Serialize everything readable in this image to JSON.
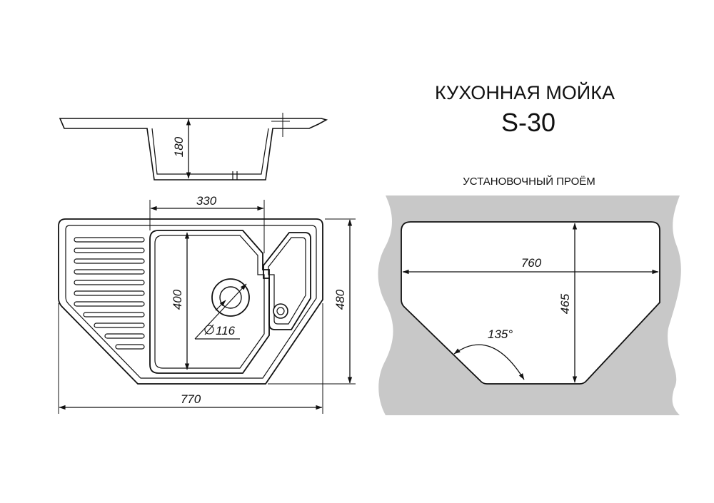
{
  "title": {
    "line1": "КУХОННАЯ МОЙКА",
    "line2": "S-30"
  },
  "cutout_label": "УСТАНОВОЧНЫЙ ПРОЁМ",
  "dimensions": {
    "depth": "180",
    "bowl_width": "330",
    "bowl_length": "400",
    "total_height": "480",
    "total_width": "770",
    "drain_diameter": "116",
    "cutout_width": "760",
    "cutout_height": "465",
    "cutout_angle": "135°"
  },
  "colors": {
    "line": "#111111",
    "background_panel": "#c8c8c8",
    "cutout_fill": "#ffffff"
  }
}
